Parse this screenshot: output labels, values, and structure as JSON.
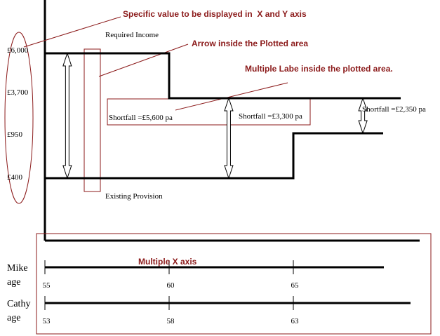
{
  "chart_data": {
    "type": "line",
    "y_ticks": [
      "£6,000",
      "£3,700",
      "£950",
      "£400"
    ],
    "series": [
      {
        "name": "Required Income",
        "points": [
          {
            "mike_age": 55,
            "level": "£6,000"
          },
          {
            "mike_age": 60,
            "level": "£6,000"
          },
          {
            "mike_age": 60,
            "level": "£3,700"
          },
          {
            "mike_age": 70,
            "level": "£3,700"
          }
        ]
      },
      {
        "name": "Existing Provision",
        "points": [
          {
            "mike_age": 55,
            "level": "£400"
          },
          {
            "mike_age": 65,
            "level": "£400"
          },
          {
            "mike_age": 65,
            "level": "£950"
          },
          {
            "mike_age": 70,
            "level": "£950"
          }
        ]
      }
    ],
    "shortfalls": [
      {
        "label": "Shortfall =£5,600 pa",
        "mike_age": 55.9,
        "from": "£400",
        "to": "£6,000"
      },
      {
        "label": "Shortfall =£3,300 pa",
        "mike_age": 62.4,
        "from": "£400",
        "to": "£3,700"
      },
      {
        "label": "Shortfall =£2,350 pa",
        "mike_age": 67.8,
        "from": "£950",
        "to": "£3,700"
      }
    ],
    "x_axes": [
      {
        "name": "Mike age",
        "ticks": [
          55,
          60,
          65
        ]
      },
      {
        "name": "Cathy age",
        "ticks": [
          53,
          58,
          63
        ]
      }
    ],
    "annotations": [
      "Specific value to be displayed in  X and Y axis",
      "Arrow inside the Plotted area",
      "Multiple Labe inside the plotted area.",
      "Multiple X axis"
    ]
  },
  "colors": {
    "annotation": "#8b1a1a",
    "line": "#000000",
    "arrow_fill": "#ffffff"
  }
}
